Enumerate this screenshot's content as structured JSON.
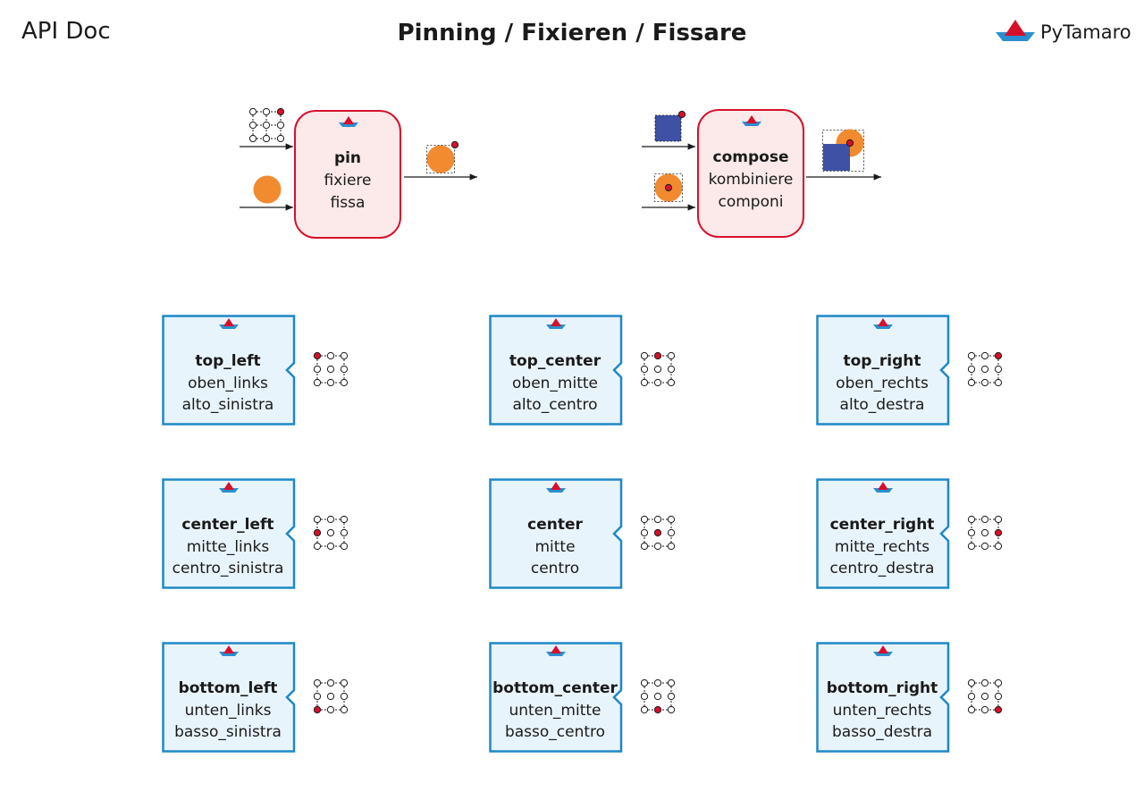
{
  "header": {
    "doc_label": "API Doc",
    "title": "Pinning / Fixieren / Fissare",
    "brand": "PyTamaro"
  },
  "colors": {
    "red": "#d6102b",
    "red_fill": "#fce9e9",
    "blue": "#1e88c8",
    "blue_fill": "#e8f4fc",
    "orange": "#f28a30",
    "navy_square": "#3f51a5",
    "logo_blue": "#2a8fd0"
  },
  "functions": [
    {
      "en": "pin",
      "de": "fixiere",
      "it": "fissa"
    },
    {
      "en": "compose",
      "de": "kombiniere",
      "it": "componi"
    }
  ],
  "pinnings": [
    {
      "en": "top_left",
      "de": "oben_links",
      "it": "alto_sinistra",
      "row": 0,
      "col": 0
    },
    {
      "en": "top_center",
      "de": "oben_mitte",
      "it": "alto_centro",
      "row": 0,
      "col": 1
    },
    {
      "en": "top_right",
      "de": "oben_rechts",
      "it": "alto_destra",
      "row": 0,
      "col": 2
    },
    {
      "en": "center_left",
      "de": "mitte_links",
      "it": "centro_sinistra",
      "row": 1,
      "col": 0
    },
    {
      "en": "center",
      "de": "mitte",
      "it": "centro",
      "row": 1,
      "col": 1
    },
    {
      "en": "center_right",
      "de": "mitte_rechts",
      "it": "centro_destra",
      "row": 1,
      "col": 2
    },
    {
      "en": "bottom_left",
      "de": "unten_links",
      "it": "basso_sinistra",
      "row": 2,
      "col": 0
    },
    {
      "en": "bottom_center",
      "de": "unten_mitte",
      "it": "basso_centro",
      "row": 2,
      "col": 1
    },
    {
      "en": "bottom_right",
      "de": "unten_rechts",
      "it": "basso_destra",
      "row": 2,
      "col": 2
    }
  ]
}
